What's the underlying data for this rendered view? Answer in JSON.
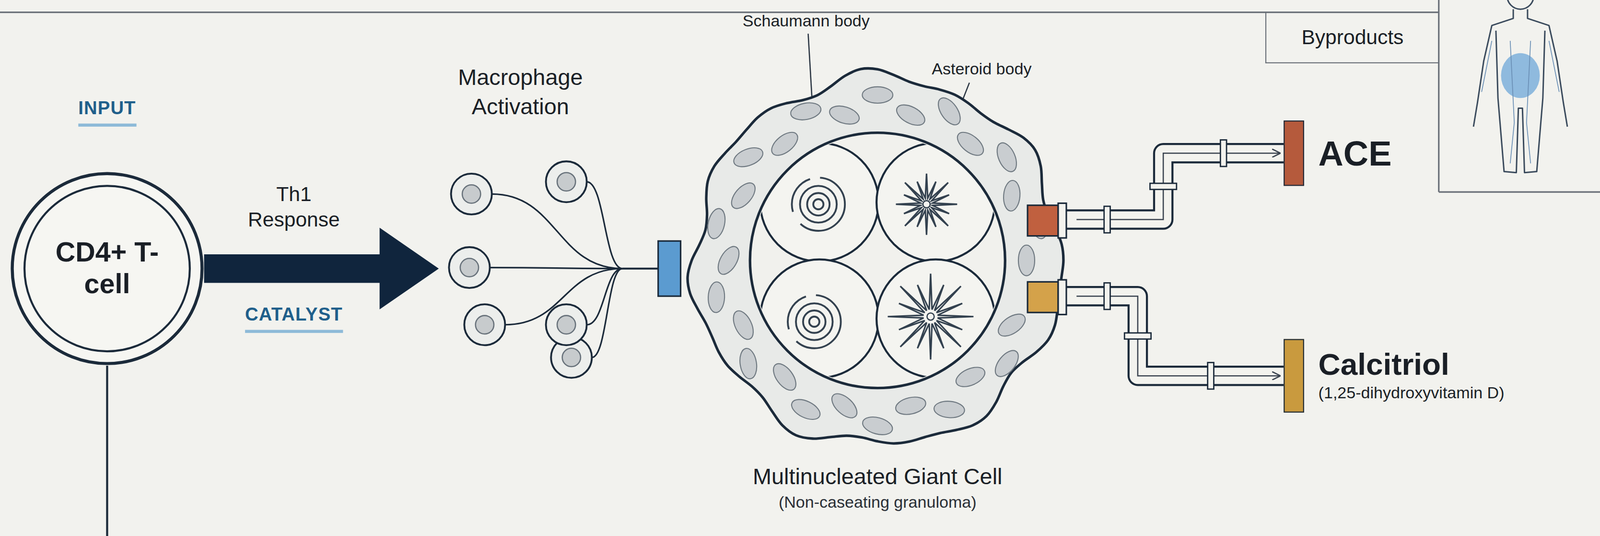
{
  "diagram": {
    "nodes": [
      {
        "text": [
          "CD4+ T-cell"
        ]
      },
      {
        "text": [
          "Macrophage Activation"
        ]
      },
      {
        "text": [
          "Multinucleated Giant Cell",
          "(Non-caseating granuloma)"
        ]
      },
      {
        "text": [
          "ACE"
        ]
      },
      {
        "text": [
          "Calcitriol",
          "(1,25-dihydroxyvitamin D)"
        ]
      },
      {
        "text": [
          "Byproducts"
        ]
      }
    ],
    "edges": [
      {
        "from": 0,
        "to": 1,
        "arrow": "to",
        "label": "Th1 Response"
      },
      {
        "from": 1,
        "to": 2,
        "arrow": "none"
      },
      {
        "from": 2,
        "to": 3,
        "arrow": "to"
      },
      {
        "from": 2,
        "to": 4,
        "arrow": "to"
      }
    ],
    "labels": [
      "INPUT",
      "CATALYST",
      "Schaumann body",
      "Asteroid body"
    ]
  }
}
